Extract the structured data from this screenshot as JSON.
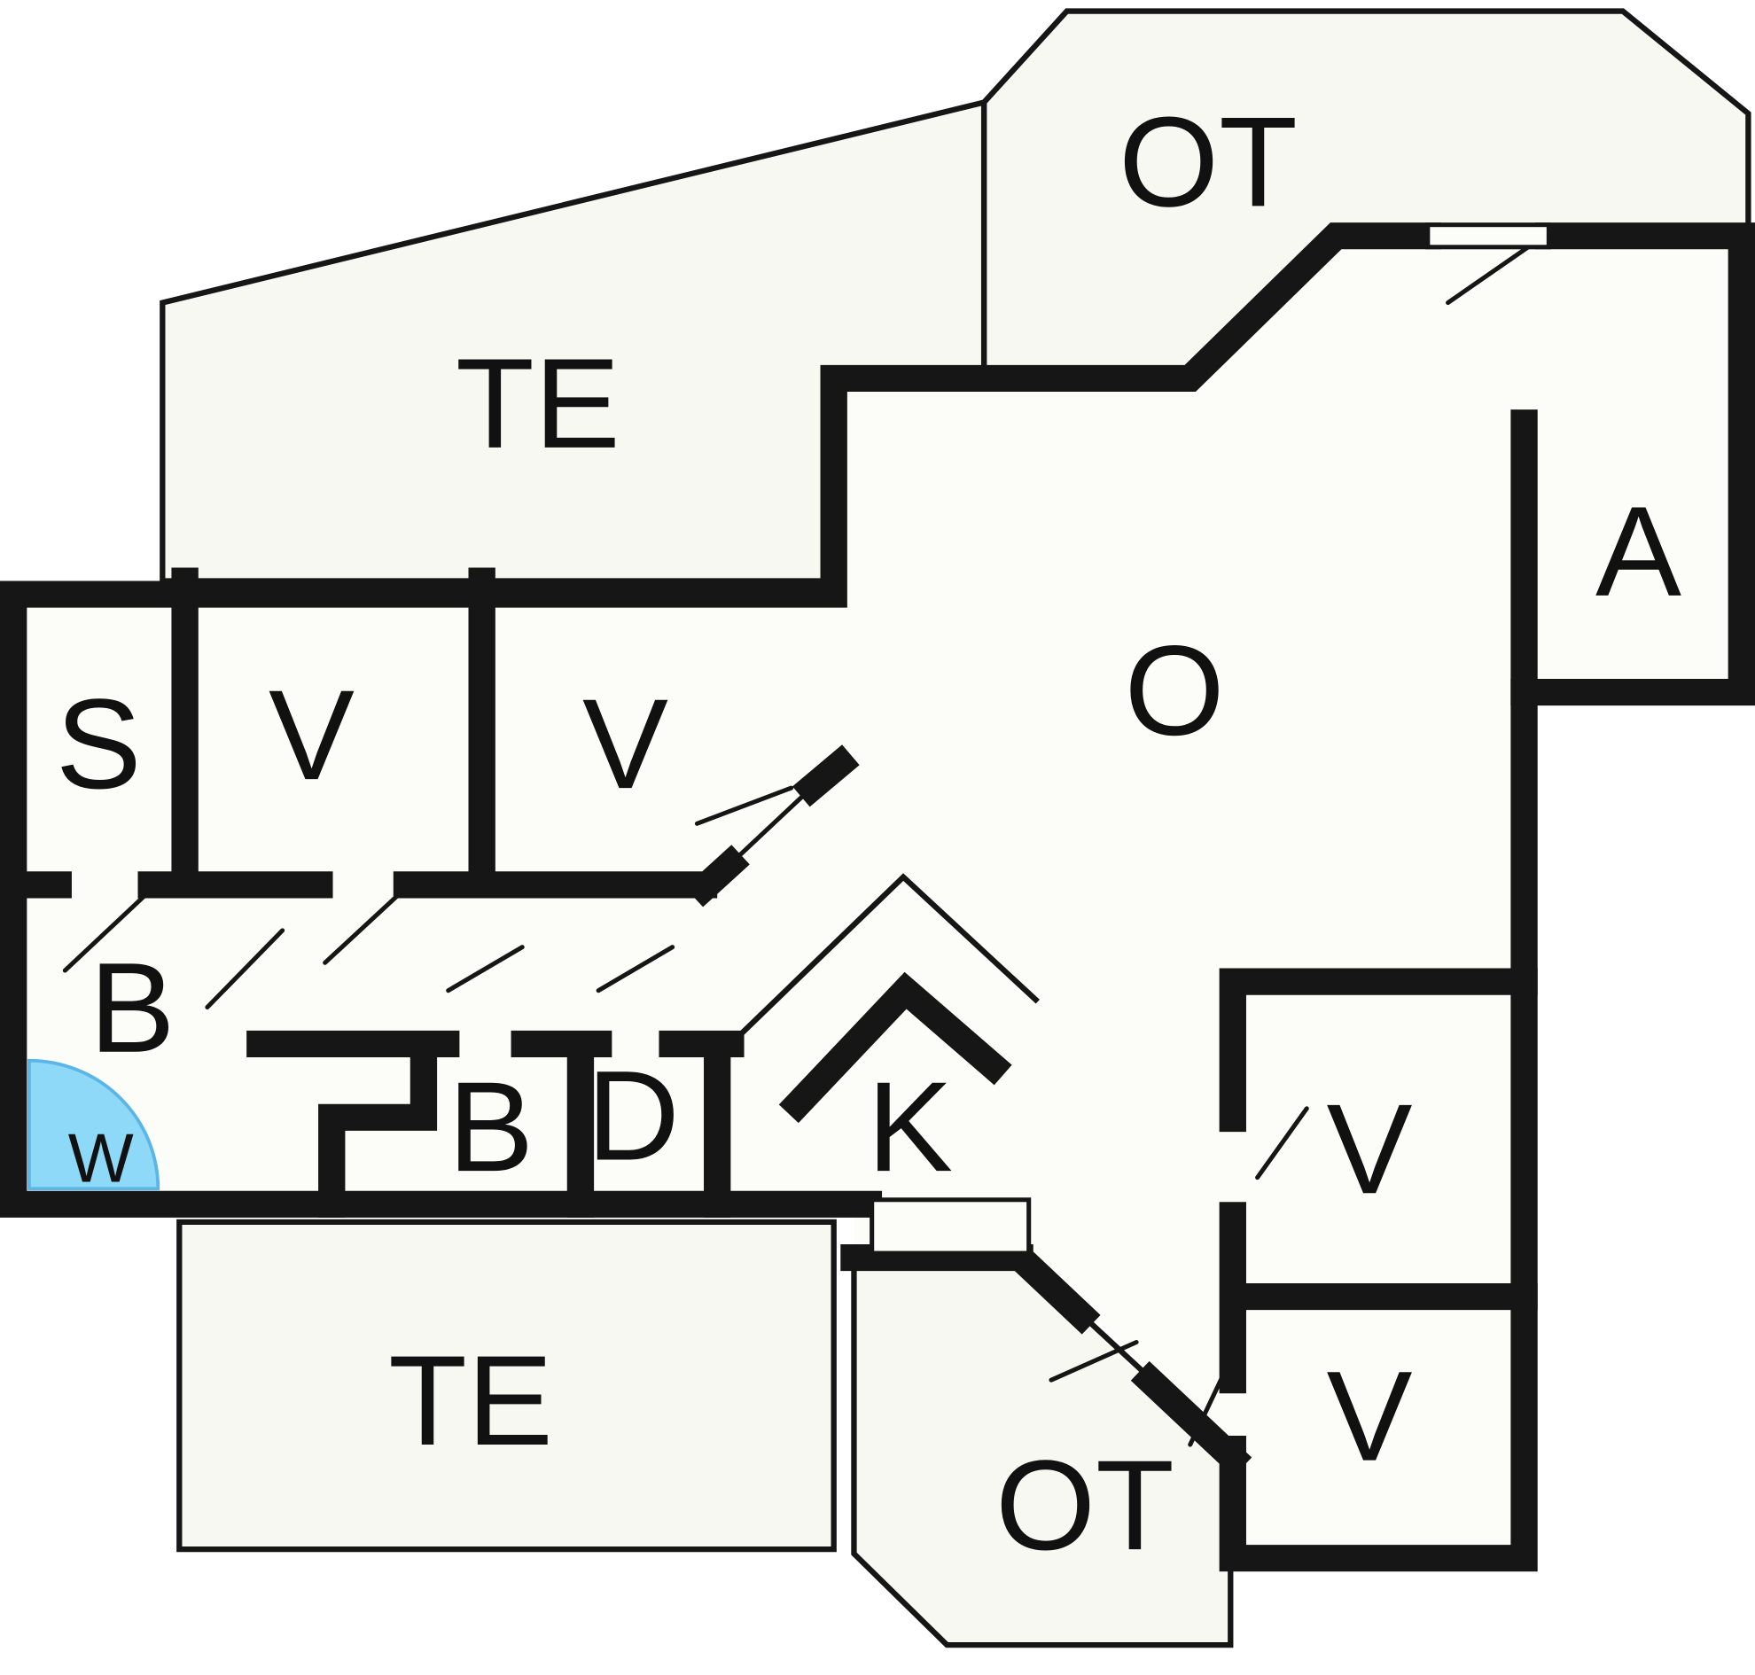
{
  "diagram": {
    "type": "floor-plan",
    "labels": {
      "ot_top": "OT",
      "te_top": "TE",
      "s": "S",
      "v1": "V",
      "v2": "V",
      "o": "O",
      "a": "A",
      "b_hall": "B",
      "w": "W",
      "b_room": "B",
      "d": "D",
      "k": "K",
      "v3": "V",
      "v4": "V",
      "ot_bottom": "OT",
      "te_bottom": "TE"
    },
    "colors": {
      "wall": "#161616",
      "floor": "#fcfcf8",
      "terrace": "#f8f8f3",
      "water_marker": "#8ed8f8",
      "background": "#ffffff"
    }
  }
}
